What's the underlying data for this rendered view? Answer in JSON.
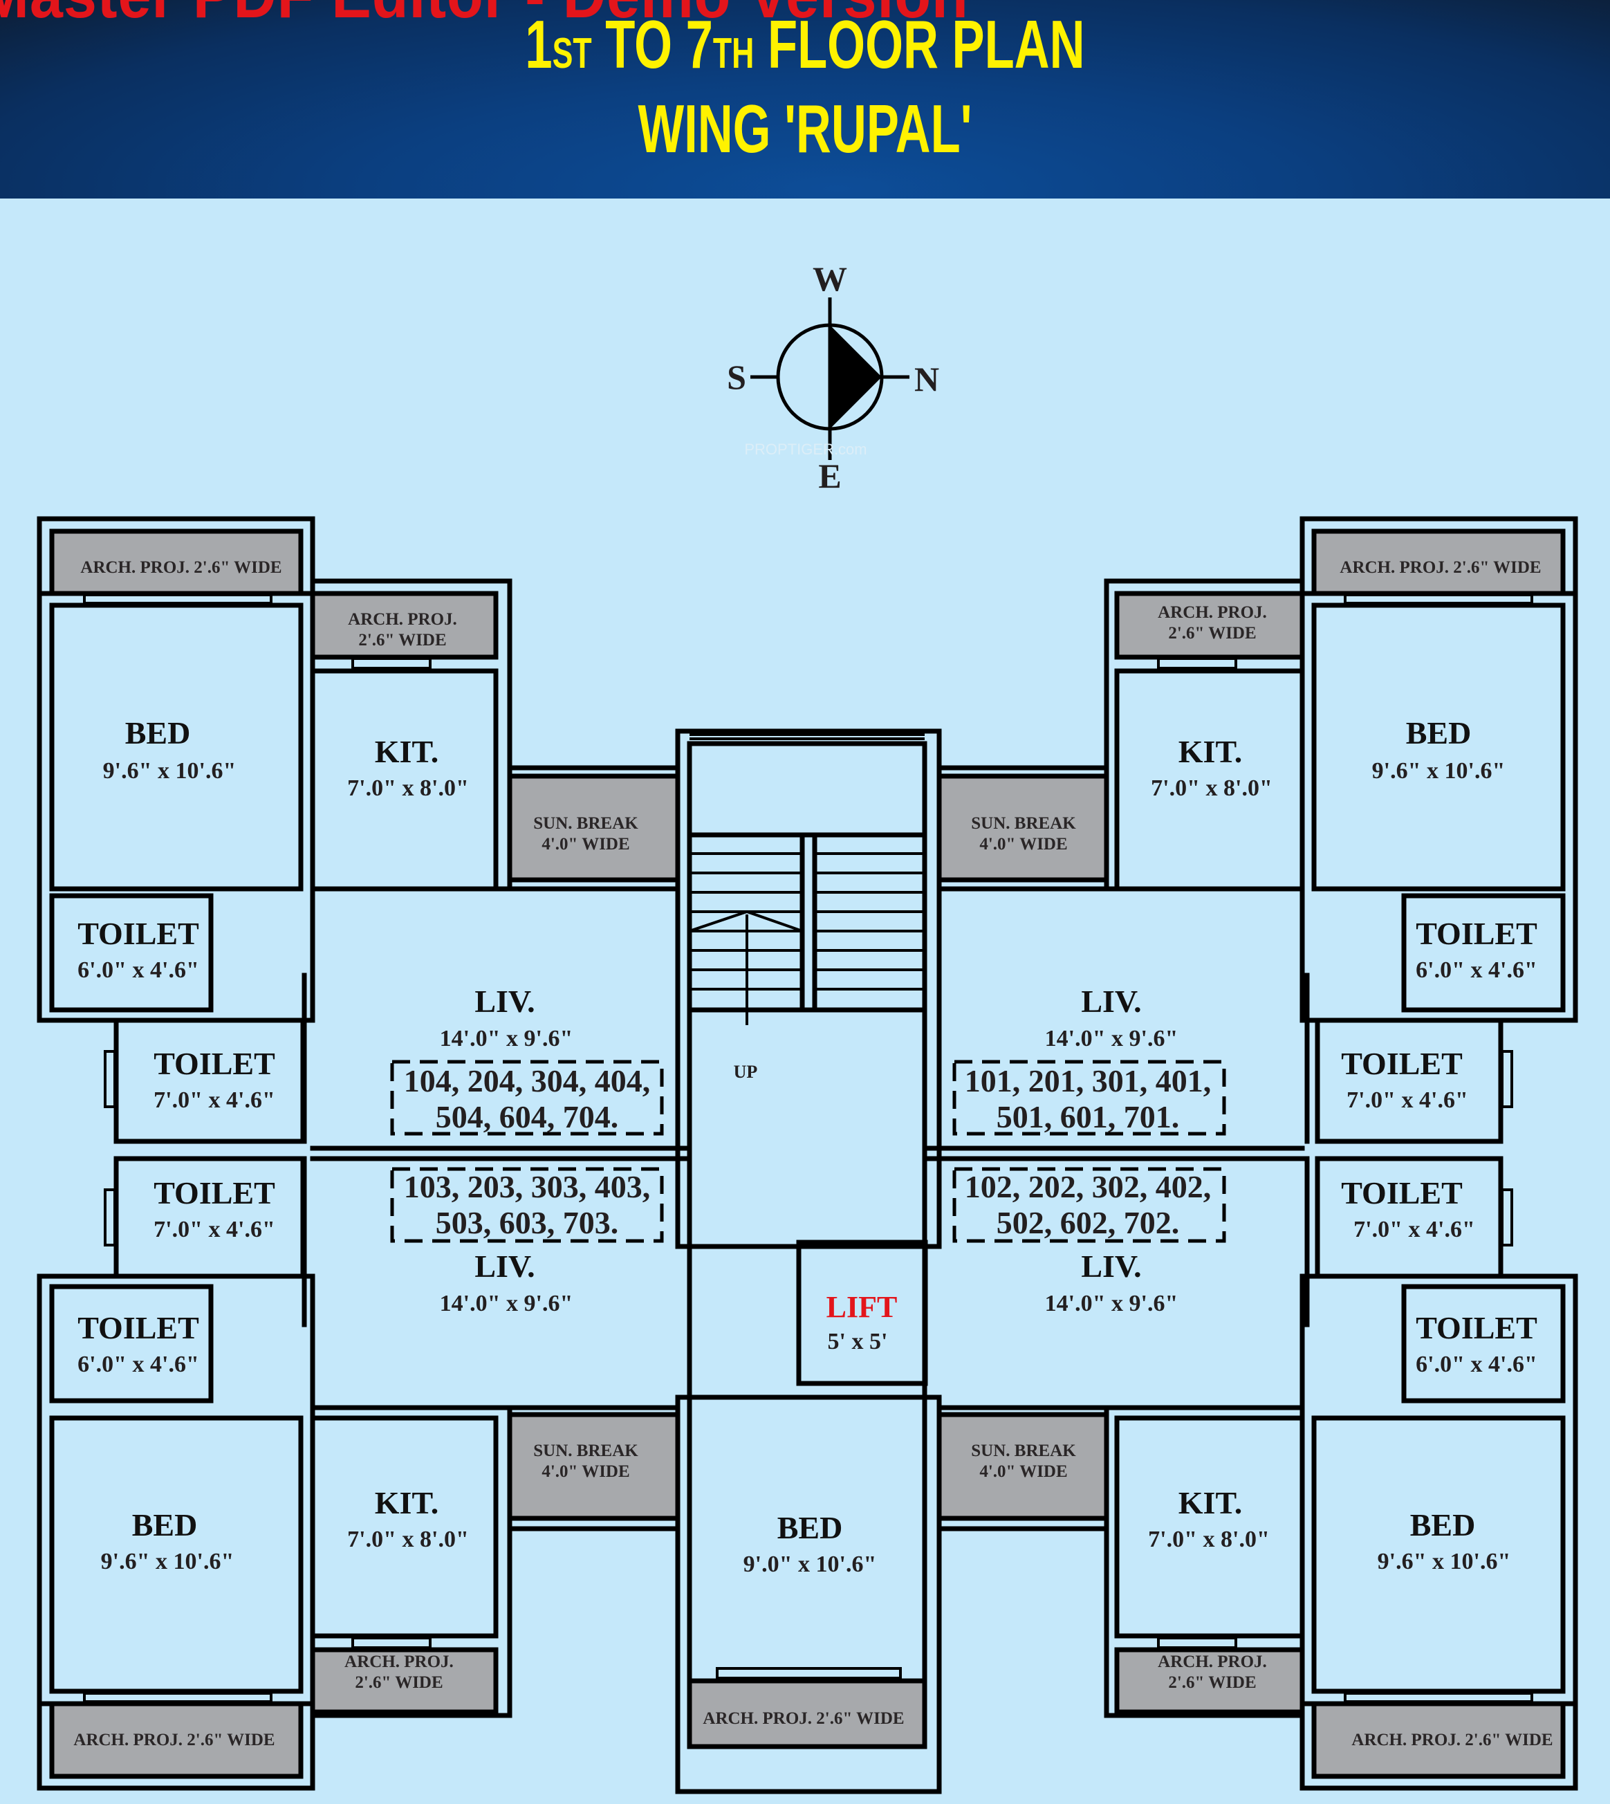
{
  "header": {
    "watermark": "Master PDF Editor - Demo Version",
    "title_line1_a": "1",
    "title_line1_a_sup": "ST",
    "title_line1_b": " TO 7",
    "title_line1_b_sup": "TH",
    "title_line1_c": "  FLOOR PLAN",
    "title_line2": "WING 'RUPAL'"
  },
  "compass": {
    "top": "W",
    "bottom": "E",
    "left": "S",
    "right": "N",
    "watermark": "PROPTIGER.com"
  },
  "rooms": {
    "tl_bed": {
      "name": "BED",
      "dim": "9'.6\" x 10'.6\""
    },
    "tl_kit": {
      "name": "KIT.",
      "dim": "7'.0\" x 8'.0\""
    },
    "tl_toilet": {
      "name": "TOILET",
      "dim": "6'.0\" x 4'.6\""
    },
    "tl_toilet2": {
      "name": "TOILET",
      "dim": "7'.0\" x 4'.6\""
    },
    "tl_liv": {
      "name": "LIV.",
      "dim": "14'.0\" x 9'.6\""
    },
    "bl_toilet2": {
      "name": "TOILET",
      "dim": "7'.0\" x 4'.6\""
    },
    "bl_liv": {
      "name": "LIV.",
      "dim": "14'.0\" x 9'.6\""
    },
    "bl_toilet": {
      "name": "TOILET",
      "dim": "6'.0\" x 4'.6\""
    },
    "bl_bed": {
      "name": "BED",
      "dim": "9'.6\" x 10'.6\""
    },
    "bl_kit": {
      "name": "KIT.",
      "dim": "7'.0\" x 8'.0\""
    },
    "tr_kit": {
      "name": "KIT.",
      "dim": "7'.0\" x 8'.0\""
    },
    "tr_bed": {
      "name": "BED",
      "dim": "9'.6\" x 10'.6\""
    },
    "tr_toilet": {
      "name": "TOILET",
      "dim": "6'.0\" x 4'.6\""
    },
    "tr_toilet2": {
      "name": "TOILET",
      "dim": "7'.0\" x 4'.6\""
    },
    "tr_liv": {
      "name": "LIV.",
      "dim": "14'.0\" x 9'.6\""
    },
    "br_toilet2": {
      "name": "TOILET",
      "dim": "7'.0\" x 4'.6\""
    },
    "br_liv": {
      "name": "LIV.",
      "dim": "14'.0\" x 9'.6\""
    },
    "br_toilet": {
      "name": "TOILET",
      "dim": "6'.0\" x 4'.6\""
    },
    "br_kit": {
      "name": "KIT.",
      "dim": "7'.0\" x 8'.0\""
    },
    "br_bed": {
      "name": "BED",
      "dim": "9'.6\" x 10'.6\""
    },
    "center_bed": {
      "name": "BED",
      "dim": "9'.0\" x 10'.6\""
    },
    "lift": {
      "name": "LIFT",
      "dim": "5' x 5'",
      "color": "#e3151b"
    },
    "stair_label": "UP"
  },
  "projections": {
    "arch_wide": "ARCH. PROJ. 2'.6\" WIDE",
    "arch_line1": "ARCH. PROJ.",
    "arch_line2": "2'.6\" WIDE",
    "sun_line1": "SUN. BREAK",
    "sun_line2": "4'.0\" WIDE"
  },
  "flats": {
    "tl": {
      "line1": "104, 204, 304, 404,",
      "line2": "504, 604, 704."
    },
    "bl": {
      "line1": "103, 203, 303, 403,",
      "line2": "503, 603, 703."
    },
    "tr": {
      "line1": "101, 201, 301, 401,",
      "line2": "501, 601, 701."
    },
    "br": {
      "line1": "102, 202, 302, 402,",
      "line2": "502, 602, 702."
    }
  },
  "colors": {
    "background": "#c5e8fa",
    "projection": "#a7a9ac",
    "title": "#fff200",
    "lift": "#e3151b"
  }
}
